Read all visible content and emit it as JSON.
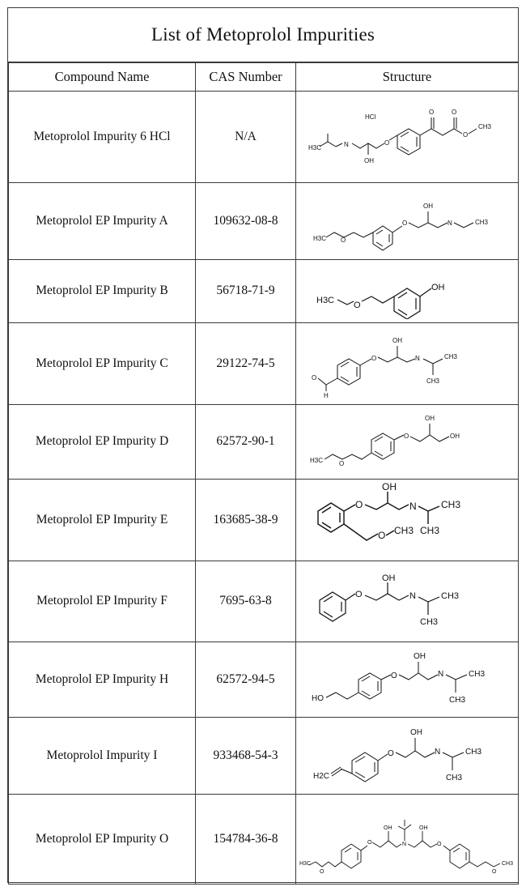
{
  "title": "List  of  Metoprolol Impurities",
  "headers": {
    "name": "Compound Name",
    "cas": "CAS Number",
    "structure": "Structure"
  },
  "rows": [
    {
      "name": "Metoprolol Impurity 6 HCl",
      "cas": "N/A"
    },
    {
      "name": "Metoprolol EP Impurity A",
      "cas": "109632-08-8"
    },
    {
      "name": "Metoprolol EP Impurity B",
      "cas": "56718-71-9"
    },
    {
      "name": "Metoprolol EP Impurity C",
      "cas": "29122-74-5"
    },
    {
      "name": "Metoprolol EP Impurity D",
      "cas": "62572-90-1"
    },
    {
      "name": "Metoprolol EP Impurity E",
      "cas": "163685-38-9"
    },
    {
      "name": "Metoprolol EP Impurity F",
      "cas": "7695-63-8"
    },
    {
      "name": "Metoprolol EP Impurity H",
      "cas": "62572-94-5"
    },
    {
      "name": "Metoprolol Impurity I",
      "cas": "933468-54-3"
    },
    {
      "name": "Metoprolol EP Impurity O",
      "cas": "154784-36-8"
    }
  ],
  "labels": {
    "hcl": "HCl",
    "oh": "OH",
    "o": "O",
    "h": "H",
    "n": "N",
    "ch3": "CH3",
    "h3c": "H3C",
    "h2c": "H2C",
    "ho": "HO"
  }
}
